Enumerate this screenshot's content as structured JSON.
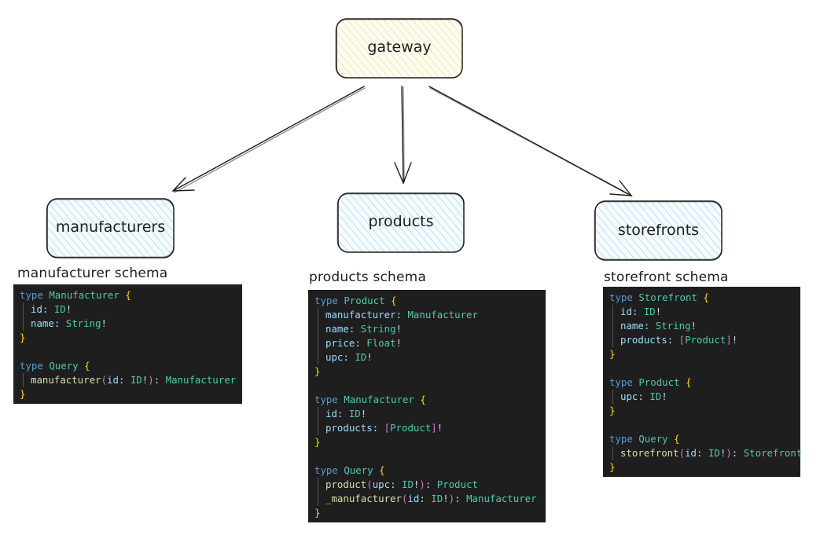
{
  "nodes": {
    "gateway": "gateway",
    "manufacturers": "manufacturers",
    "products": "products",
    "storefronts": "storefronts"
  },
  "schemas": {
    "manufacturer": {
      "title": "manufacturer schema",
      "code": [
        {
          "indent": false,
          "tokens": [
            [
              "kw",
              "type"
            ],
            [
              "pn",
              " "
            ],
            [
              "tn",
              "Manufacturer"
            ],
            [
              "pn",
              " "
            ],
            [
              "br",
              "{"
            ]
          ]
        },
        {
          "indent": true,
          "tokens": [
            [
              "pr",
              "id"
            ],
            [
              "pn",
              ": "
            ],
            [
              "tn",
              "ID"
            ],
            [
              "pn",
              "!"
            ]
          ]
        },
        {
          "indent": true,
          "tokens": [
            [
              "pr",
              "name"
            ],
            [
              "pn",
              ": "
            ],
            [
              "tn",
              "String"
            ],
            [
              "pn",
              "!"
            ]
          ]
        },
        {
          "indent": false,
          "tokens": [
            [
              "br",
              "}"
            ]
          ]
        },
        {
          "indent": false,
          "tokens": []
        },
        {
          "indent": false,
          "tokens": [
            [
              "kw",
              "type"
            ],
            [
              "pn",
              " "
            ],
            [
              "tn",
              "Query"
            ],
            [
              "pn",
              " "
            ],
            [
              "br",
              "{"
            ]
          ]
        },
        {
          "indent": true,
          "tokens": [
            [
              "fn",
              "manufacturer"
            ],
            [
              "bk",
              "("
            ],
            [
              "pr",
              "id"
            ],
            [
              "pn",
              ": "
            ],
            [
              "tn",
              "ID"
            ],
            [
              "pn",
              "!"
            ],
            [
              "bk",
              ")"
            ],
            [
              "pn",
              ": "
            ],
            [
              "tn",
              "Manufacturer"
            ]
          ]
        },
        {
          "indent": false,
          "tokens": [
            [
              "br",
              "}"
            ]
          ]
        }
      ]
    },
    "products": {
      "title": "products schema",
      "code": [
        {
          "indent": false,
          "tokens": [
            [
              "kw",
              "type"
            ],
            [
              "pn",
              " "
            ],
            [
              "tn",
              "Product"
            ],
            [
              "pn",
              " "
            ],
            [
              "br",
              "{"
            ]
          ]
        },
        {
          "indent": true,
          "tokens": [
            [
              "pr",
              "manufacturer"
            ],
            [
              "pn",
              ": "
            ],
            [
              "tn",
              "Manufacturer"
            ]
          ]
        },
        {
          "indent": true,
          "tokens": [
            [
              "pr",
              "name"
            ],
            [
              "pn",
              ": "
            ],
            [
              "tn",
              "String"
            ],
            [
              "pn",
              "!"
            ]
          ]
        },
        {
          "indent": true,
          "tokens": [
            [
              "pr",
              "price"
            ],
            [
              "pn",
              ": "
            ],
            [
              "tn",
              "Float"
            ],
            [
              "pn",
              "!"
            ]
          ]
        },
        {
          "indent": true,
          "tokens": [
            [
              "pr",
              "upc"
            ],
            [
              "pn",
              ": "
            ],
            [
              "tn",
              "ID"
            ],
            [
              "pn",
              "!"
            ]
          ]
        },
        {
          "indent": false,
          "tokens": [
            [
              "br",
              "}"
            ]
          ]
        },
        {
          "indent": false,
          "tokens": []
        },
        {
          "indent": false,
          "tokens": [
            [
              "kw",
              "type"
            ],
            [
              "pn",
              " "
            ],
            [
              "tn",
              "Manufacturer"
            ],
            [
              "pn",
              " "
            ],
            [
              "br",
              "{"
            ]
          ]
        },
        {
          "indent": true,
          "tokens": [
            [
              "pr",
              "id"
            ],
            [
              "pn",
              ": "
            ],
            [
              "tn",
              "ID"
            ],
            [
              "pn",
              "!"
            ]
          ]
        },
        {
          "indent": true,
          "tokens": [
            [
              "pr",
              "products"
            ],
            [
              "pn",
              ": "
            ],
            [
              "bk",
              "["
            ],
            [
              "tn",
              "Product"
            ],
            [
              "bk",
              "]"
            ],
            [
              "pn",
              "!"
            ]
          ]
        },
        {
          "indent": false,
          "tokens": [
            [
              "br",
              "}"
            ]
          ]
        },
        {
          "indent": false,
          "tokens": []
        },
        {
          "indent": false,
          "tokens": [
            [
              "kw",
              "type"
            ],
            [
              "pn",
              " "
            ],
            [
              "tn",
              "Query"
            ],
            [
              "pn",
              " "
            ],
            [
              "br",
              "{"
            ]
          ]
        },
        {
          "indent": true,
          "tokens": [
            [
              "fn",
              "product"
            ],
            [
              "bk",
              "("
            ],
            [
              "pr",
              "upc"
            ],
            [
              "pn",
              ": "
            ],
            [
              "tn",
              "ID"
            ],
            [
              "pn",
              "!"
            ],
            [
              "bk",
              ")"
            ],
            [
              "pn",
              ": "
            ],
            [
              "tn",
              "Product"
            ]
          ]
        },
        {
          "indent": true,
          "tokens": [
            [
              "fn",
              "_manufacturer"
            ],
            [
              "bk",
              "("
            ],
            [
              "pr",
              "id"
            ],
            [
              "pn",
              ": "
            ],
            [
              "tn",
              "ID"
            ],
            [
              "pn",
              "!"
            ],
            [
              "bk",
              ")"
            ],
            [
              "pn",
              ": "
            ],
            [
              "tn",
              "Manufacturer"
            ]
          ]
        },
        {
          "indent": false,
          "tokens": [
            [
              "br",
              "}"
            ]
          ]
        }
      ]
    },
    "storefront": {
      "title": "storefront schema",
      "code": [
        {
          "indent": false,
          "tokens": [
            [
              "kw",
              "type"
            ],
            [
              "pn",
              " "
            ],
            [
              "tn",
              "Storefront"
            ],
            [
              "pn",
              " "
            ],
            [
              "br",
              "{"
            ]
          ]
        },
        {
          "indent": true,
          "tokens": [
            [
              "pr",
              "id"
            ],
            [
              "pn",
              ": "
            ],
            [
              "tn",
              "ID"
            ],
            [
              "pn",
              "!"
            ]
          ]
        },
        {
          "indent": true,
          "tokens": [
            [
              "pr",
              "name"
            ],
            [
              "pn",
              ": "
            ],
            [
              "tn",
              "String"
            ],
            [
              "pn",
              "!"
            ]
          ]
        },
        {
          "indent": true,
          "tokens": [
            [
              "pr",
              "products"
            ],
            [
              "pn",
              ": "
            ],
            [
              "bk",
              "["
            ],
            [
              "tn",
              "Product"
            ],
            [
              "bk",
              "]"
            ],
            [
              "pn",
              "!"
            ]
          ]
        },
        {
          "indent": false,
          "tokens": [
            [
              "br",
              "}"
            ]
          ]
        },
        {
          "indent": false,
          "tokens": []
        },
        {
          "indent": false,
          "tokens": [
            [
              "kw",
              "type"
            ],
            [
              "pn",
              " "
            ],
            [
              "tn",
              "Product"
            ],
            [
              "pn",
              " "
            ],
            [
              "br",
              "{"
            ]
          ]
        },
        {
          "indent": true,
          "tokens": [
            [
              "pr",
              "upc"
            ],
            [
              "pn",
              ": "
            ],
            [
              "tn",
              "ID"
            ],
            [
              "pn",
              "!"
            ]
          ]
        },
        {
          "indent": false,
          "tokens": [
            [
              "br",
              "}"
            ]
          ]
        },
        {
          "indent": false,
          "tokens": []
        },
        {
          "indent": false,
          "tokens": [
            [
              "kw",
              "type"
            ],
            [
              "pn",
              " "
            ],
            [
              "tn",
              "Query"
            ],
            [
              "pn",
              " "
            ],
            [
              "br",
              "{"
            ]
          ]
        },
        {
          "indent": true,
          "tokens": [
            [
              "fn",
              "storefront"
            ],
            [
              "bk",
              "("
            ],
            [
              "pr",
              "id"
            ],
            [
              "pn",
              ": "
            ],
            [
              "tn",
              "ID"
            ],
            [
              "pn",
              "!"
            ],
            [
              "bk",
              ")"
            ],
            [
              "pn",
              ": "
            ],
            [
              "tn",
              "Storefront"
            ]
          ]
        },
        {
          "indent": false,
          "tokens": [
            [
              "br",
              "}"
            ]
          ]
        }
      ]
    }
  },
  "colors": {
    "gateway_fill": "#fff3bf",
    "service_fill": "#a5d8ff",
    "stroke": "#1e1e1e",
    "code_bg": "#1e1e1e"
  }
}
